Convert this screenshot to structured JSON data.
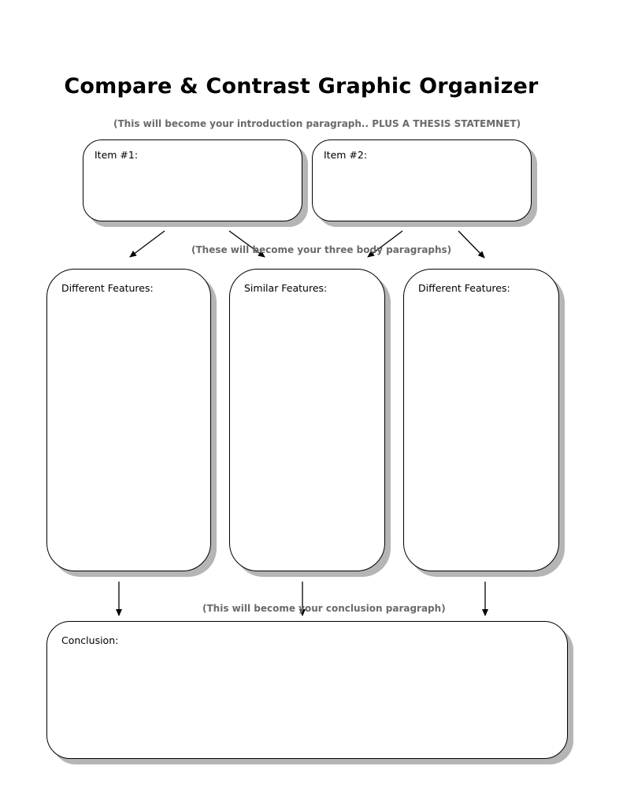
{
  "title": "Compare & Contrast Graphic Organizer",
  "notes": {
    "intro": "(This will become your introduction paragraph.. PLUS A THESIS STATEMNET)",
    "body": "(These will become your three body paragraphs)",
    "conclusion": "(This will become your conclusion paragraph)"
  },
  "boxes": {
    "item1": "Item #1:",
    "item2": "Item #2:",
    "different_left": "Different Features:",
    "similar": "Similar Features:",
    "different_right": "Different Features:",
    "conclusion": "Conclusion:"
  }
}
